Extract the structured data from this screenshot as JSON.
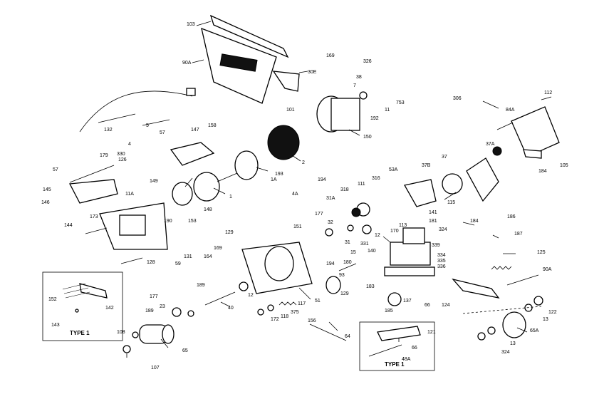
{
  "labels": {
    "l103": "103",
    "l90a_top": "90A",
    "l30e": "30E",
    "l169a": "169",
    "l326": "326",
    "l38": "38",
    "l7": "7",
    "l753": "753",
    "l11a": "11",
    "l192": "192",
    "l101": "101",
    "l150": "150",
    "l306": "306",
    "l112": "112",
    "l84a": "84A",
    "l132": "132",
    "l5": "5",
    "l57a": "57",
    "l147": "147",
    "l158": "158",
    "l4": "4",
    "l179": "179",
    "l330": "330",
    "l126": "126",
    "l2": "2",
    "l37a": "37A",
    "l184": "184",
    "l105": "105",
    "l57b": "57",
    "l149": "149",
    "l1": "1",
    "l1a": "1A",
    "l193": "193",
    "l194a": "194",
    "l53a": "53A",
    "l37b": "37B",
    "l37": "37",
    "l115": "115",
    "l145": "145",
    "l146": "146",
    "l11a_label": "11A",
    "l148": "148",
    "l4a": "4A",
    "l31a": "31A",
    "l318": "318",
    "l111": "111",
    "l316": "316",
    "l173": "173",
    "l144": "144",
    "l190": "190",
    "l153": "153",
    "l129a": "129",
    "l177a": "177",
    "l32": "32",
    "l113": "113",
    "l170": "170",
    "l141": "141",
    "l181": "181",
    "l184b": "184",
    "l186": "186",
    "l187": "187",
    "l151": "151",
    "l12a": "12",
    "l31": "31",
    "l331": "331",
    "l324": "324",
    "l339": "339",
    "l140": "140",
    "l15": "15",
    "l334": "334",
    "l335": "335",
    "l336": "336",
    "l131": "131",
    "l59": "59",
    "l128": "128",
    "l164": "164",
    "l169b": "169",
    "l194b": "194",
    "l93": "93",
    "l180": "180",
    "l183": "183",
    "l125": "125",
    "l90a_right": "90A",
    "l129b": "129",
    "l185": "185",
    "l137": "137",
    "l66a": "66",
    "l124": "124",
    "l189a": "189",
    "l12b": "12",
    "l51": "51",
    "l177b": "177",
    "l23": "23",
    "l40": "40",
    "l117": "117",
    "l375": "375",
    "l118": "118",
    "l172": "172",
    "l156": "156",
    "l64": "64",
    "l121": "121",
    "l66b": "66",
    "l48a": "48A",
    "l122": "122",
    "l13a": "13",
    "l65a": "65A",
    "l13b": "13",
    "l324b": "324",
    "l152": "152",
    "l142": "142",
    "l143": "143",
    "l189b": "189",
    "l108": "108",
    "l65": "65",
    "l107": "107"
  },
  "inset_left": {
    "caption": "TYPE 1"
  },
  "inset_bottom": {
    "caption": "TYPE 1"
  }
}
